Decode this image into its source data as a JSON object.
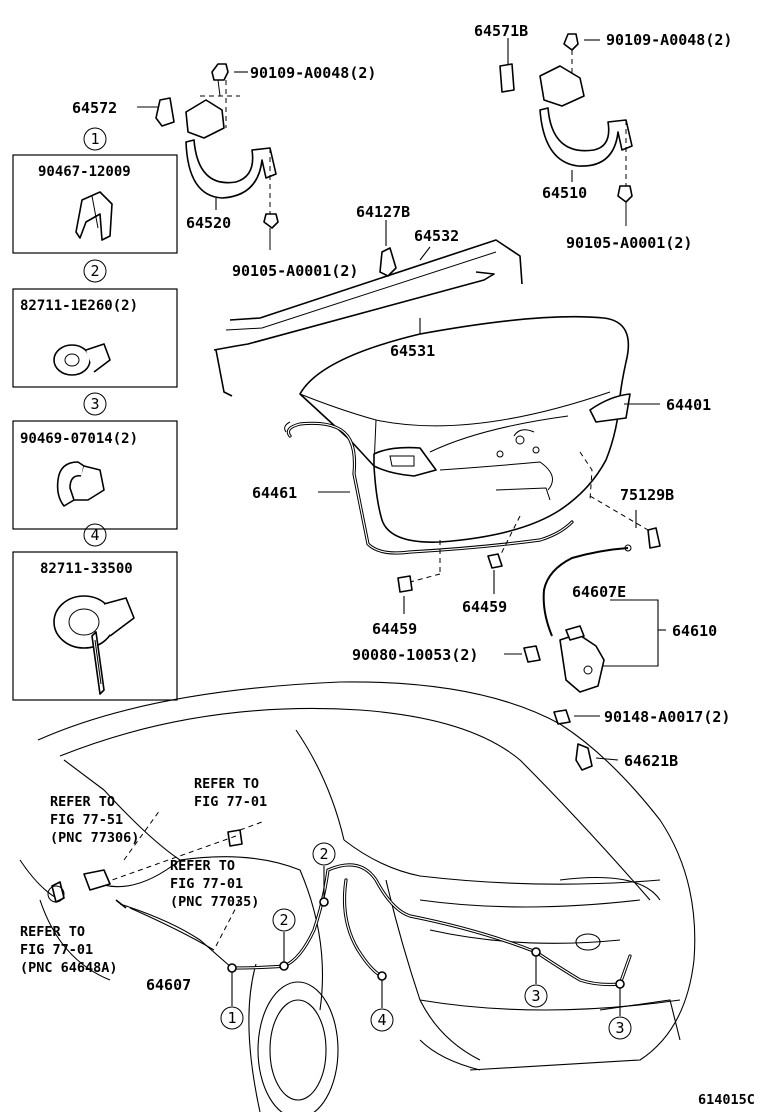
{
  "labels": {
    "p90109_top": "90109-A0048(2)",
    "p90109_right": "90109-A0048(2)",
    "p64571b": "64571B",
    "p64572": "64572",
    "p64520": "64520",
    "p64510": "64510",
    "p90105_left": "90105-A0001(2)",
    "p90105_right": "90105-A0001(2)",
    "p64127b": "64127B",
    "p64532": "64532",
    "p64531": "64531",
    "p64401": "64401",
    "p64461": "64461",
    "p75129b": "75129B",
    "p64459_a": "64459",
    "p64459_b": "64459",
    "p64607e": "64607E",
    "p64610": "64610",
    "p90080": "90080-10053(2)",
    "p90148": "90148-A0017(2)",
    "p64621b": "64621B",
    "p64607": "64607",
    "diagram_id": "614015C"
  },
  "legend": [
    {
      "marker": "1",
      "part": "90467-12009"
    },
    {
      "marker": "2",
      "part": "82711-1E260(2)"
    },
    {
      "marker": "3",
      "part": "90469-07014(2)"
    },
    {
      "marker": "4",
      "part": "82711-33500"
    }
  ],
  "refs": {
    "ref_a": [
      "REFER TO",
      "FIG 77-51",
      "(PNC 77306)"
    ],
    "ref_b": [
      "REFER TO",
      "FIG 77-01"
    ],
    "ref_c": [
      "REFER TO",
      "FIG 77-01",
      "(PNC 77035)"
    ],
    "ref_d": [
      "REFER TO",
      "FIG 77-01",
      "(PNC 64648A)"
    ]
  },
  "callouts": {
    "c1": "1",
    "c2a": "2",
    "c2b": "2",
    "c3a": "3",
    "c3b": "3",
    "c4": "4"
  }
}
